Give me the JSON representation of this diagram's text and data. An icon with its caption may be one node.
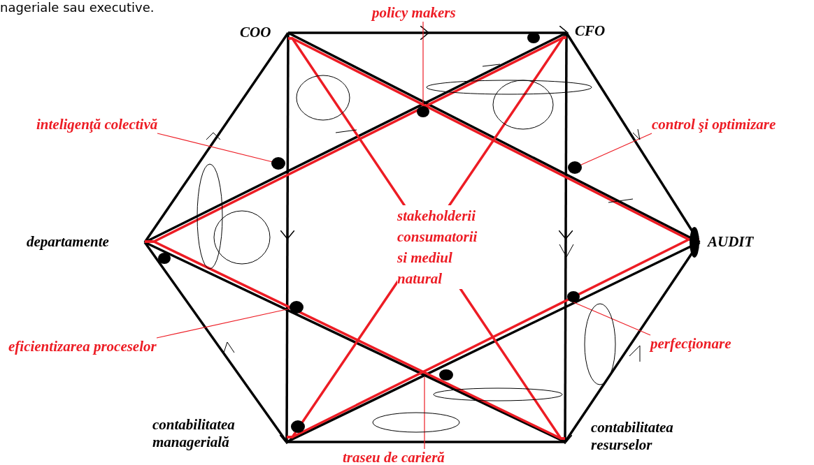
{
  "diagram": {
    "nodes": [
      {
        "text": [
          "policy makers"
        ]
      },
      {
        "text": [
          "COO"
        ]
      },
      {
        "text": [
          "CFO"
        ]
      },
      {
        "text": [
          "inteligenţă colectivă"
        ]
      },
      {
        "text": [
          "control şi optimizare"
        ]
      },
      {
        "text": [
          "departamente"
        ]
      },
      {
        "text": [
          "AUDIT"
        ]
      },
      {
        "text": [
          "eficientizarea proceselor"
        ]
      },
      {
        "text": [
          "perfecţionare"
        ]
      },
      {
        "text": [
          "contabilitatea managerială"
        ]
      },
      {
        "text": [
          "contabilitatea resurselor"
        ]
      },
      {
        "text": [
          "traseu de carieră"
        ]
      }
    ],
    "edges": [
      {
        "from": 1,
        "to": 2,
        "arrow": "to"
      },
      {
        "from": 2,
        "to": 6,
        "arrow": "none"
      },
      {
        "from": 6,
        "to": 10,
        "arrow": "none"
      },
      {
        "from": 10,
        "to": 9,
        "arrow": "none"
      },
      {
        "from": 9,
        "to": 5,
        "arrow": "none"
      },
      {
        "from": 5,
        "to": 1,
        "arrow": "none"
      },
      {
        "from": 1,
        "to": 9,
        "arrow": "to"
      },
      {
        "from": 2,
        "to": 10,
        "arrow": "to"
      },
      {
        "from": 1,
        "to": 6,
        "arrow": "none"
      },
      {
        "from": 2,
        "to": 5,
        "arrow": "none"
      },
      {
        "from": 5,
        "to": 10,
        "arrow": "none"
      },
      {
        "from": 9,
        "to": 6,
        "arrow": "none"
      },
      {
        "from": 1,
        "to": 10,
        "arrow": "none",
        "color": "#ed1c24"
      },
      {
        "from": 2,
        "to": 9,
        "arrow": "none",
        "color": "#ed1c24"
      },
      {
        "from": 1,
        "to": 6,
        "arrow": "none",
        "color": "#ed1c24"
      },
      {
        "from": 2,
        "to": 5,
        "arrow": "none",
        "color": "#ed1c24"
      },
      {
        "from": 5,
        "to": 10,
        "arrow": "none",
        "color": "#ed1c24"
      },
      {
        "from": 9,
        "to": 6,
        "arrow": "none",
        "color": "#ed1c24"
      },
      {
        "from": 0,
        "to": null,
        "arrow": "none",
        "color": "#ed1c24"
      },
      {
        "from": 3,
        "to": null,
        "arrow": "none",
        "color": "#ed1c24"
      },
      {
        "from": 4,
        "to": null,
        "arrow": "none",
        "color": "#ed1c24"
      },
      {
        "from": 7,
        "to": null,
        "arrow": "none",
        "color": "#ed1c24"
      },
      {
        "from": 8,
        "to": null,
        "arrow": "none",
        "color": "#ed1c24"
      },
      {
        "from": 11,
        "to": null,
        "arrow": "none",
        "color": "#ed1c24"
      }
    ],
    "labels": [
      "nageriale sau executive.",
      "stakeholderii consumatorii si mediul natural"
    ]
  }
}
